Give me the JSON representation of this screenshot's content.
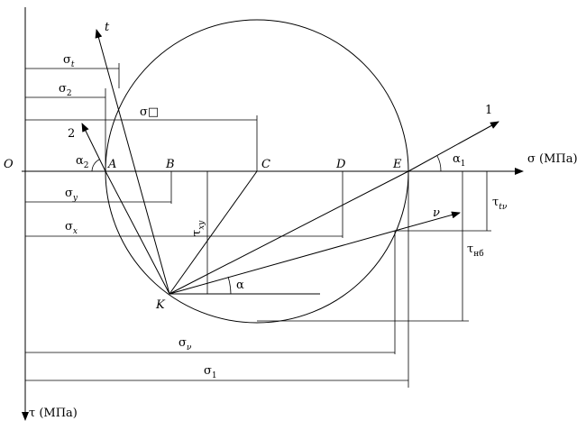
{
  "axes": {
    "sigma_axis_label": "σ (МПа)",
    "tau_axis_label": "τ (МПа)",
    "origin_label": "O"
  },
  "points": {
    "A": "A",
    "B": "B",
    "C": "C",
    "D": "D",
    "E": "E",
    "K": "K"
  },
  "directions": {
    "t": "t",
    "one": "1",
    "two": "2",
    "nu": "ν"
  },
  "dimensions": {
    "sigma_t": {
      "base": "σ",
      "sub": "t"
    },
    "sigma_2": {
      "base": "σ",
      "sub": "2"
    },
    "sigma_c": {
      "base": "σ",
      "box": "□"
    },
    "sigma_y": {
      "base": "σ",
      "sub": "y"
    },
    "sigma_x": {
      "base": "σ",
      "sub": "x"
    },
    "sigma_nu": {
      "base": "σ",
      "sub": "ν"
    },
    "sigma_1": {
      "base": "σ",
      "sub": "1"
    },
    "tau_xy": {
      "base": "τ",
      "sub": "xy"
    },
    "tau_tnu": {
      "base": "τ",
      "sub": "tν"
    },
    "tau_nb": {
      "base": "τ",
      "sub": "нб"
    }
  },
  "angles": {
    "alpha": "α",
    "alpha_1": {
      "base": "α",
      "sub": "1"
    },
    "alpha_2": {
      "base": "α",
      "sub": "2"
    }
  }
}
